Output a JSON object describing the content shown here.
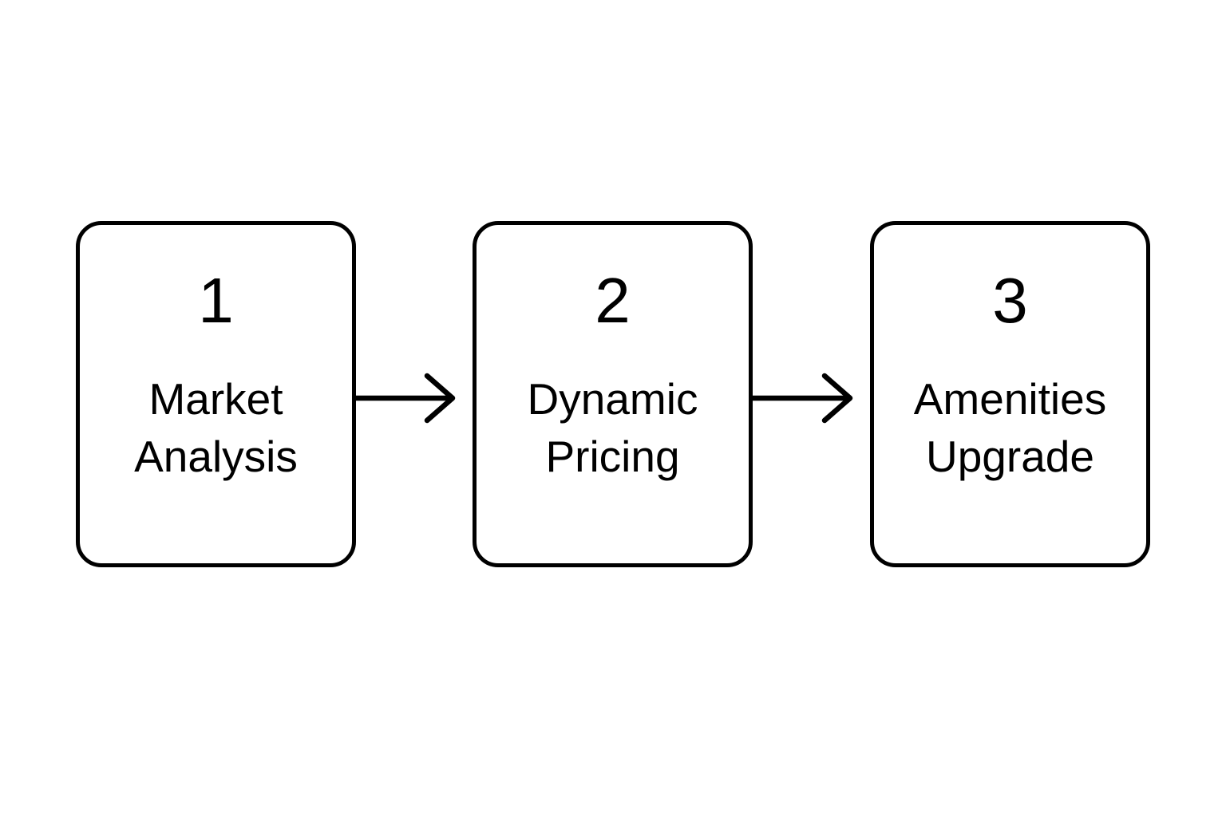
{
  "diagram": {
    "type": "horizontal-process-flow",
    "background_color": "#ffffff",
    "stroke_color": "#000000",
    "text_color": "#000000",
    "steps": [
      {
        "number": "1",
        "label": "Market\nAnalysis"
      },
      {
        "number": "2",
        "label": "Dynamic\nPricing"
      },
      {
        "number": "3",
        "label": "Amenities\nUpgrade"
      }
    ],
    "connectors": [
      {
        "icon": "arrow-right-icon",
        "from": "1",
        "to": "2"
      },
      {
        "icon": "arrow-right-icon",
        "from": "2",
        "to": "3"
      }
    ]
  }
}
